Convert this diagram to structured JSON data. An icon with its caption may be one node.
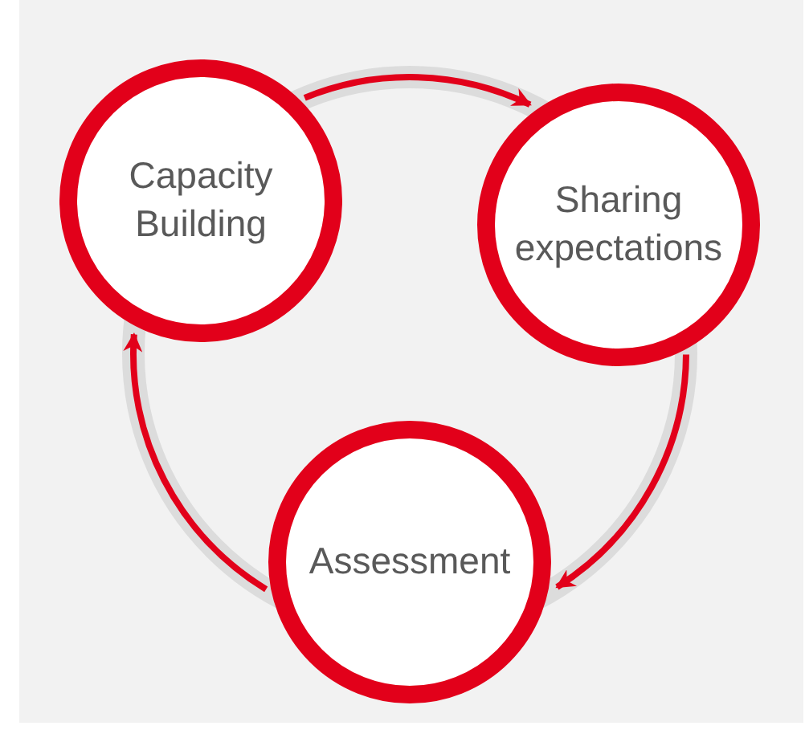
{
  "diagram": {
    "nodes": [
      {
        "text": [
          "Capacity Building"
        ]
      },
      {
        "text": [
          "Sharing expectations"
        ]
      },
      {
        "text": [
          "Assessment"
        ]
      }
    ],
    "edges": [
      {
        "from": 0,
        "to": 1,
        "arrow": "to"
      },
      {
        "from": 1,
        "to": 2,
        "arrow": "to"
      },
      {
        "from": 2,
        "to": 0,
        "arrow": "to"
      }
    ]
  }
}
